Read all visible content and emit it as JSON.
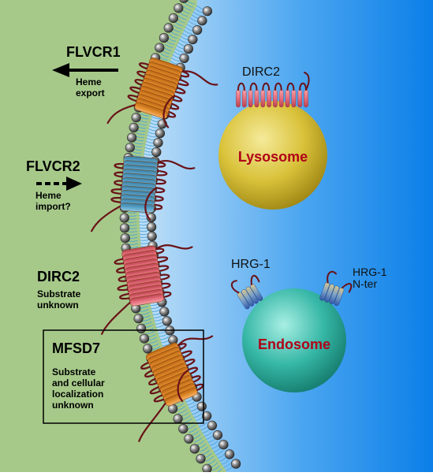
{
  "colors": {
    "cytoplasm": "#a6c98a",
    "extracellular_light": "#eaf5fd",
    "extracellular_dark": "#1188ee",
    "lipid_head": "#4a4a4a",
    "lipid_tail": "#4ea6d8",
    "loop": "#6a1218",
    "label_red": "#b00018",
    "lysosome": "#d9c23a",
    "endosome": "#36b7a6"
  },
  "labels": {
    "flvcr1": {
      "name": "FLVCR1",
      "desc_line1": "Heme",
      "desc_line2": "export"
    },
    "flvcr2": {
      "name": "FLVCR2",
      "desc_line1": "Heme",
      "desc_line2": "import?"
    },
    "dirc2": {
      "name": "DIRC2",
      "desc_line1": "Substrate",
      "desc_line2": "unknown"
    },
    "mfsd7": {
      "name": "MFSD7",
      "desc_line1": "Substrate",
      "desc_line2": "and cellular",
      "desc_line3": "localization",
      "desc_line4": "unknown"
    },
    "lysosome": {
      "title": "Lysosome",
      "protein": "DIRC2"
    },
    "endosome": {
      "title": "Endosome",
      "protein_1": "HRG-1",
      "protein_2_line1": "HRG-1",
      "protein_2_line2": "N-ter"
    }
  },
  "icons": {
    "export_arrow": "solid-left-arrow-icon",
    "import_arrow": "dashed-right-arrow-icon"
  }
}
